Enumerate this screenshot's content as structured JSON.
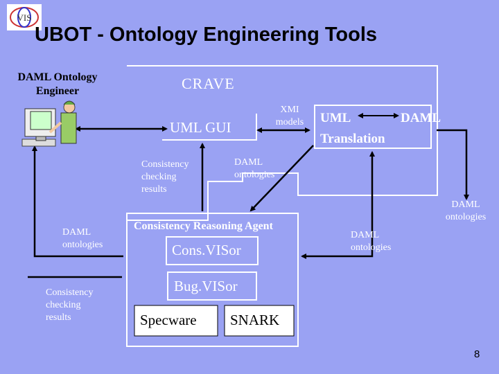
{
  "title": "UBOT - Ontology Engineering Tools",
  "logo_text": "VIS",
  "engineer": {
    "label_line1": "DAML Ontology",
    "label_line2": "Engineer"
  },
  "crave": {
    "title": "CRAVE",
    "uml_gui": "UML GUI"
  },
  "xmi": {
    "line1": "XMI",
    "line2": "models"
  },
  "translation": {
    "uml": "UML",
    "daml": "DAML",
    "translation": "Translation"
  },
  "crave_notes": {
    "check_line1": "Consistency",
    "check_line2": "checking",
    "check_line3": "results",
    "daml_line1": "DAML",
    "daml_line2": "ontologies"
  },
  "right_daml": {
    "line1": "DAML",
    "line2": "ontologies"
  },
  "mid_daml": {
    "line1": "DAML",
    "line2": "ontologies"
  },
  "left_daml": {
    "line1": "DAML",
    "line2": "ontologies"
  },
  "left_check": {
    "line1": "Consistency",
    "line2": "checking",
    "line3": "results"
  },
  "agent": {
    "title": "Consistency Reasoning Agent",
    "consvisor": "Cons.VISor",
    "bugvisor": "Bug.VISor",
    "specware": "Specware",
    "snark": "SNARK"
  },
  "page_number": "8",
  "colors": {
    "background": "#9aa2f3",
    "box": "#ffffff",
    "arrow": "#000000",
    "text": "#ffffff"
  },
  "icons": {
    "logo": "vis-logo-icon",
    "engineer": "person-at-computer-icon"
  }
}
